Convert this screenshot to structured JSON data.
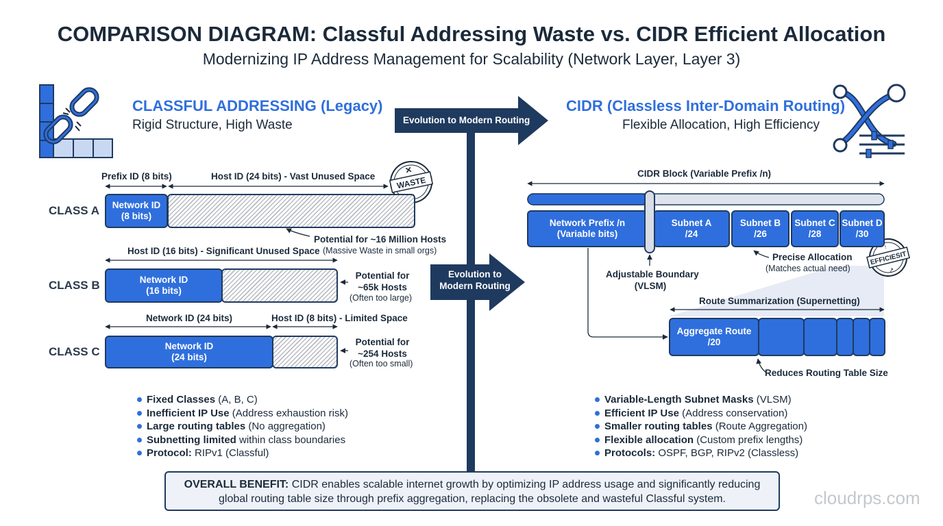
{
  "header": {
    "title": "COMPARISON DIAGRAM: Classful Addressing Waste vs. CIDR Efficient Allocation",
    "subtitle": "Modernizing IP Address Management for Scalability (Network Layer, Layer 3)"
  },
  "classful": {
    "heading": "CLASSFUL ADDRESSING (Legacy)",
    "subheading": "Rigid Structure, High Waste",
    "icon": "broken-chain-icon",
    "class_a": {
      "label": "CLASS A",
      "prefix_label": "Prefix ID (8 bits)",
      "host_label": "Host ID (24 bits) - Vast Unused Space",
      "network_box": [
        "Network ID",
        "(8 bits)"
      ],
      "waste_stamp": "WASTE",
      "potential": "Potential for ~16 Million Hosts",
      "potential_note": "(Massive Waste in small orgs)"
    },
    "class_b": {
      "label": "CLASS B",
      "host_label": "Host ID (16 bits) - Significant Unused Space",
      "network_box": [
        "Network ID",
        "(16 bits)"
      ],
      "potential": [
        "Potential for",
        "~65k Hosts"
      ],
      "potential_note": "(Often too large)"
    },
    "class_c": {
      "label": "CLASS C",
      "network_label": "Network ID (24 bits)",
      "host_label": "Host ID (8 bits) - Limited Space",
      "network_box": [
        "Network ID",
        "(24 bits)"
      ],
      "potential": [
        "Potential for",
        "~254 Hosts"
      ],
      "potential_note": "(Often too small)"
    },
    "bullets": [
      {
        "bold": "Fixed Classes",
        "rest": " (A, B, C)"
      },
      {
        "bold": "Inefficient IP Use",
        "rest": " (Address exhaustion risk)"
      },
      {
        "bold": "Large routing tables",
        "rest": " (No aggregation)"
      },
      {
        "bold": "Subnetting limited",
        "rest": " within class boundaries"
      },
      {
        "bold": "Protocol:",
        "rest": " RIPv1 (Classful)"
      }
    ]
  },
  "evolution": {
    "top_label": "Evolution to Modern Routing",
    "mid_label": [
      "Evolution to",
      "Modern Routing"
    ]
  },
  "cidr": {
    "heading": "CIDR (Classless Inter-Domain Routing)",
    "subheading": "Flexible Allocation, High Efficiency",
    "icon": "routing-sliders-icon",
    "block_label": "CIDR Block (Variable Prefix /n)",
    "prefix_box": [
      "Network Prefix /n",
      "(Variable bits)"
    ],
    "subnets": [
      {
        "name": "Subnet A",
        "mask": "/24"
      },
      {
        "name": "Subnet B",
        "mask": "/26"
      },
      {
        "name": "Subnet C",
        "mask": "/28"
      },
      {
        "name": "Subnet D",
        "mask": "/30"
      }
    ],
    "boundary_label": [
      "Adjustable Boundary",
      "(VLSM)"
    ],
    "precise": "Precise Allocation",
    "precise_note": "(Matches actual need)",
    "efficient_stamp": "EFFICIESIT",
    "summarization_label": "Route Summarization (Supernetting)",
    "aggregate_box": [
      "Aggregate Route",
      "/20"
    ],
    "reduces_label": "Reduces Routing Table Size",
    "bullets": [
      {
        "bold": "Variable-Length Subnet Masks",
        "rest": " (VLSM)"
      },
      {
        "bold": "Efficient IP Use",
        "rest": " (Address conservation)"
      },
      {
        "bold": "Smaller routing tables",
        "rest": " (Route Aggregation)"
      },
      {
        "bold": "Flexible allocation",
        "rest": " (Custom prefix lengths)"
      },
      {
        "bold": "Protocols:",
        "rest": " OSPF, BGP, RIPv2 (Classless)"
      }
    ]
  },
  "banner": {
    "bold": "OVERALL BENEFIT:",
    "line1_rest": " CIDR enables scalable internet growth by optimizing IP address usage and significantly reducing",
    "line2": "global routing table size through prefix aggregation, replacing the obsolete and wasteful Classful system."
  },
  "watermark": "cloudrps.com",
  "colors": {
    "accent": "#2f6fdd",
    "dark": "#1f3a5f",
    "navy": "#1b2a3a"
  }
}
